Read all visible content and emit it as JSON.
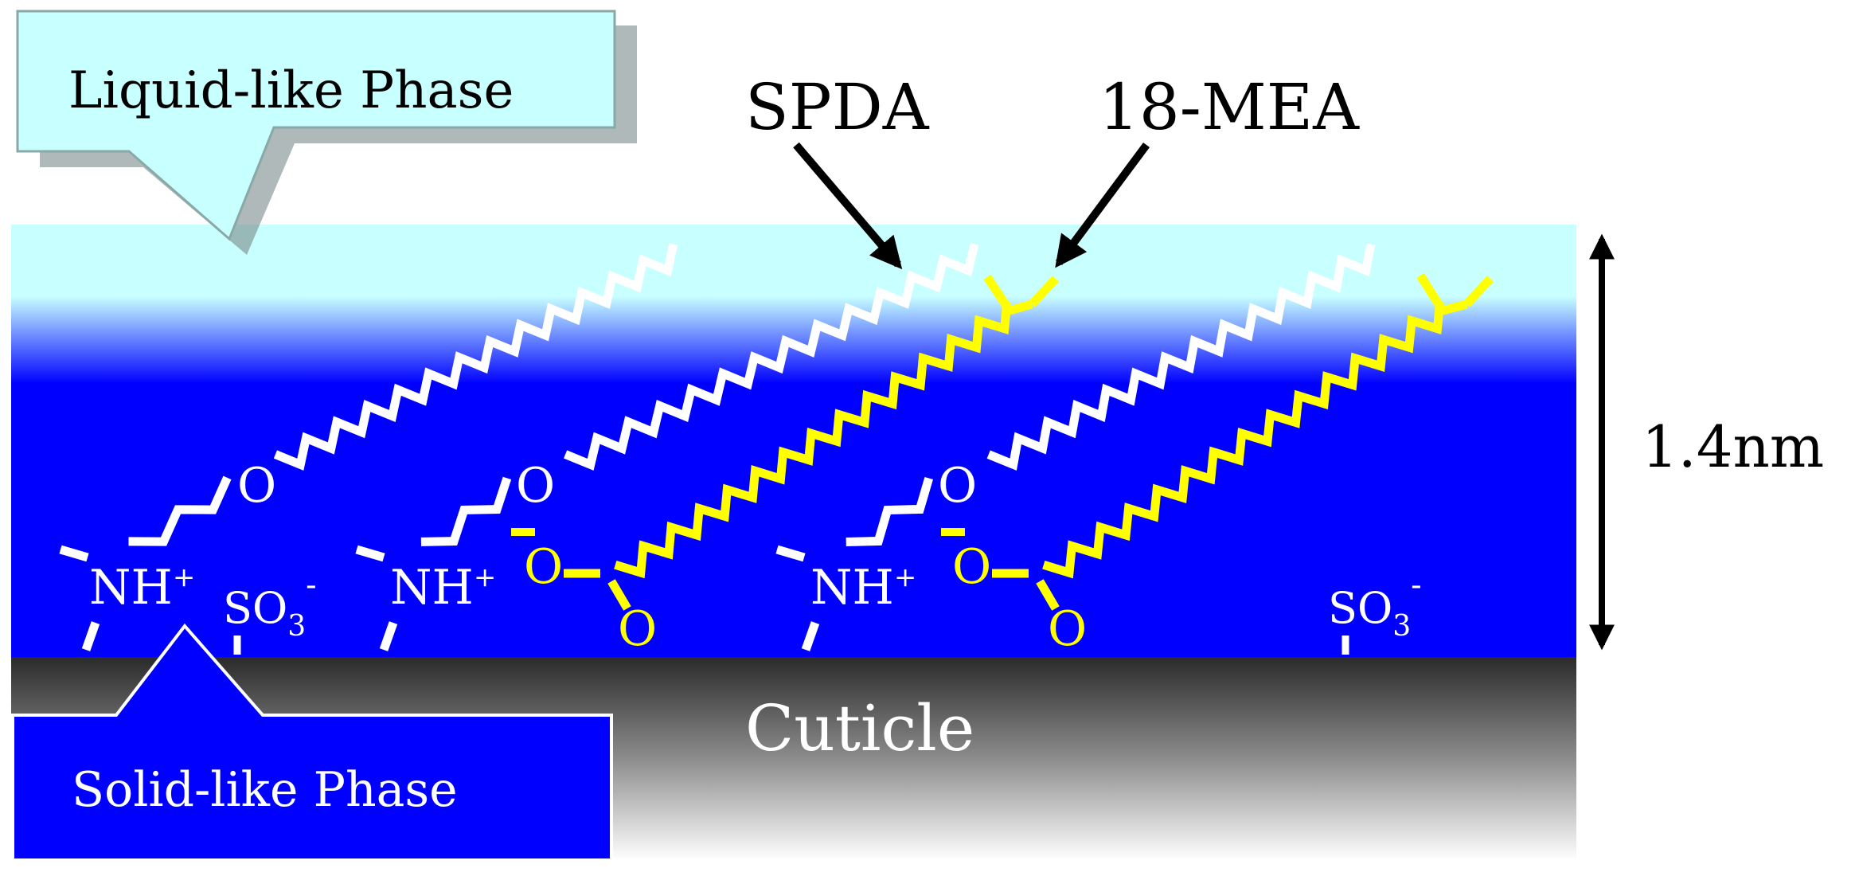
{
  "labels": {
    "liquid_phase": "Liquid-like Phase",
    "solid_phase": "Solid-like Phase",
    "spda": "SPDA",
    "mea": "18-MEA",
    "thickness": "1.4nm",
    "cuticle": "Cuticle"
  },
  "chem": {
    "oxygen": "O",
    "nh": "NH",
    "plus": "+",
    "so": "SO",
    "sub3": "3",
    "minus": "-"
  },
  "colors": {
    "liquid": "#c8ffff",
    "layer": "#0000ff",
    "callout_liquid": "#c8ffff",
    "callout_solid": "#0000ff",
    "spda_chain": "#ffffff",
    "mea_chain": "#ffff00",
    "arrow": "#000000",
    "cuticle_top": "#333333",
    "cuticle_bottom": "#ffffff"
  }
}
